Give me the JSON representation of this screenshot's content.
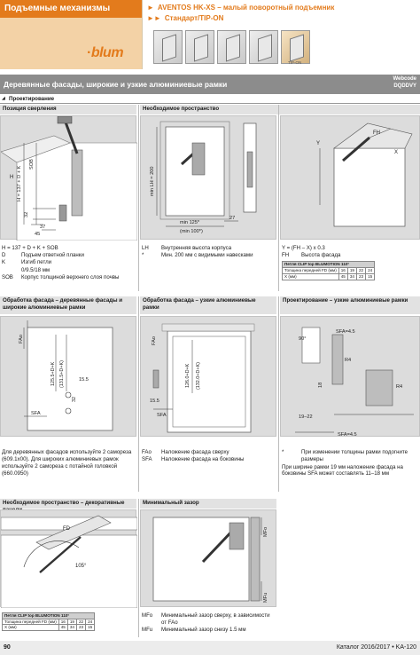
{
  "header": {
    "category_title": "Подъемные механизмы",
    "logo": "blum",
    "product_lines": [
      "AVENTOS HK-XS – малый поворотный подъемник",
      "Стандарт/TIP-ON"
    ],
    "arrows": [
      "►",
      "►►"
    ],
    "thumbnail_caption": "TIP-ON"
  },
  "section": {
    "title": "Деревянные фасады, широкие и узкие алюминиевые рамки",
    "webcode_label": "Webcode",
    "webcode_value": "DQDDVY"
  },
  "planning_tab": "Проектирование",
  "panels": {
    "drilling_position": {
      "title": "Позиция сверления",
      "labels": [
        "H",
        "H = 137 + D + K",
        "SOB",
        "32",
        "37",
        "45"
      ],
      "legend": [
        {
          "k": "H = 137 + D + K + SOB",
          "v": ""
        },
        {
          "k": "D",
          "v": "Подъем ответной планки"
        },
        {
          "k": "K",
          "v": "Изгиб петли"
        },
        {
          "k": "",
          "v": "0/9.5/18 мм"
        },
        {
          "k": "SOB",
          "v": "Корпус толщиной верхнего слоя почвы"
        }
      ]
    },
    "required_space": {
      "title": "Необходимое пространство",
      "labels": [
        "min LH = 200",
        "min 125*",
        "(min 100*)",
        "27"
      ],
      "legend": [
        {
          "k": "LH",
          "v": "Внутренняя высота корпуса"
        },
        {
          "k": "*",
          "v": "Мин. 200 мм с видимыми навесками"
        }
      ]
    },
    "space_right": {
      "labels": [
        "Y",
        "FH",
        "X"
      ],
      "legend": [
        {
          "k": "Y = (FH – X) x 0.3",
          "v": ""
        },
        {
          "k": "FH",
          "v": "Высота фасада"
        }
      ],
      "clip_table": {
        "caption": "Петля CLIP top BLUMOTION 110°",
        "row1_label": "Толщина передней FD (мм)",
        "row1": [
          "16",
          "19",
          "22",
          "24"
        ],
        "row2_label": "X (мм)",
        "row2": [
          "45",
          "34",
          "23",
          "15"
        ]
      }
    },
    "front_wood": {
      "title": "Обработка фасада – деревянные фасады и широкие алюминиевые рамки",
      "labels": [
        "FAo",
        "125.5+D+K",
        "(131.5+D+K)",
        "32",
        "15.5",
        "SFA"
      ],
      "note": "Для деревянных фасадов используйте 2 самореза (609.1x00). Для широких алюминиевых рамок используйте 2 самореза с потайной головкой (660.0950)"
    },
    "front_alu": {
      "title": "Обработка фасада – узкие алюминиевые рамки",
      "labels": [
        "FAo",
        "126.0+D+K",
        "(132.0+D+K)",
        "15.5",
        "SFA"
      ],
      "legend": [
        {
          "k": "FAo",
          "v": "Наложение фасада сверху"
        },
        {
          "k": "SFA",
          "v": "Наложение фасада на боковины"
        }
      ]
    },
    "planning_alu": {
      "title": "Проектирование – узкие алюминиевые рамки",
      "labels": [
        "90°",
        "SFA=4.5",
        "R4",
        "18",
        "R4",
        "19–22",
        "SFA=4.5"
      ],
      "legend": [
        {
          "k": "*",
          "v": "При изменении толщины рамки подогните размеры"
        }
      ],
      "note": "При ширине рамки 19 мм наложение фасада на боковины SFA может составлять 11–18 мм"
    },
    "decorative": {
      "title": "Необходимое пространство – декоративные панели",
      "labels": [
        "FD",
        "105°"
      ],
      "clip_table": {
        "caption": "Петля CLIP top BLUMOTION 110°",
        "row1_label": "Толщина передней FD (мм)",
        "row1": [
          "16",
          "19",
          "22",
          "24"
        ],
        "row2_label": "X (мм)",
        "row2": [
          "45",
          "34",
          "23",
          "15"
        ]
      }
    },
    "min_gap": {
      "title": "Минимальный зазор",
      "labels": [
        "MFo",
        "MFu"
      ],
      "legend": [
        {
          "k": "MFo",
          "v": "Минимальный зазор сверху, в зависимости от FAo"
        },
        {
          "k": "MFu",
          "v": "Минимальный зазор снизу 1.5 мм"
        }
      ]
    }
  },
  "footer": {
    "page_number": "90",
    "catalog": "Каталог 2016/2017 • KA-120"
  }
}
